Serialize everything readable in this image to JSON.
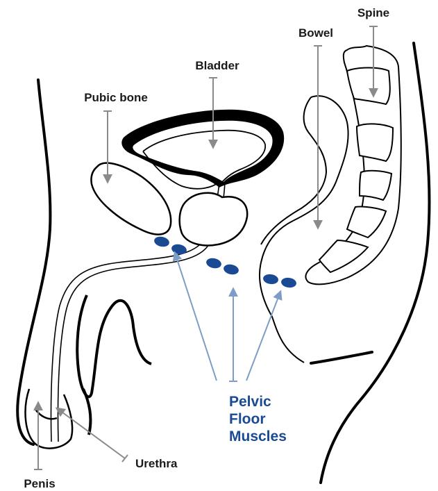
{
  "labels": {
    "spine": "Spine",
    "bowel": "Bowel",
    "bladder": "Bladder",
    "pubic_bone": "Pubic bone",
    "urethra": "Urethra",
    "penis": "Penis",
    "pelvic_floor_muscles": [
      "Pelvic",
      "Floor",
      "Muscles"
    ]
  },
  "colors": {
    "outline": "#000000",
    "pointer": "#8a8a8a",
    "muscle": "#1a4a94",
    "muscle_pointer": "#7e9dc6",
    "muscle_label": "#1a4a94",
    "label": "#1a1a1a"
  }
}
